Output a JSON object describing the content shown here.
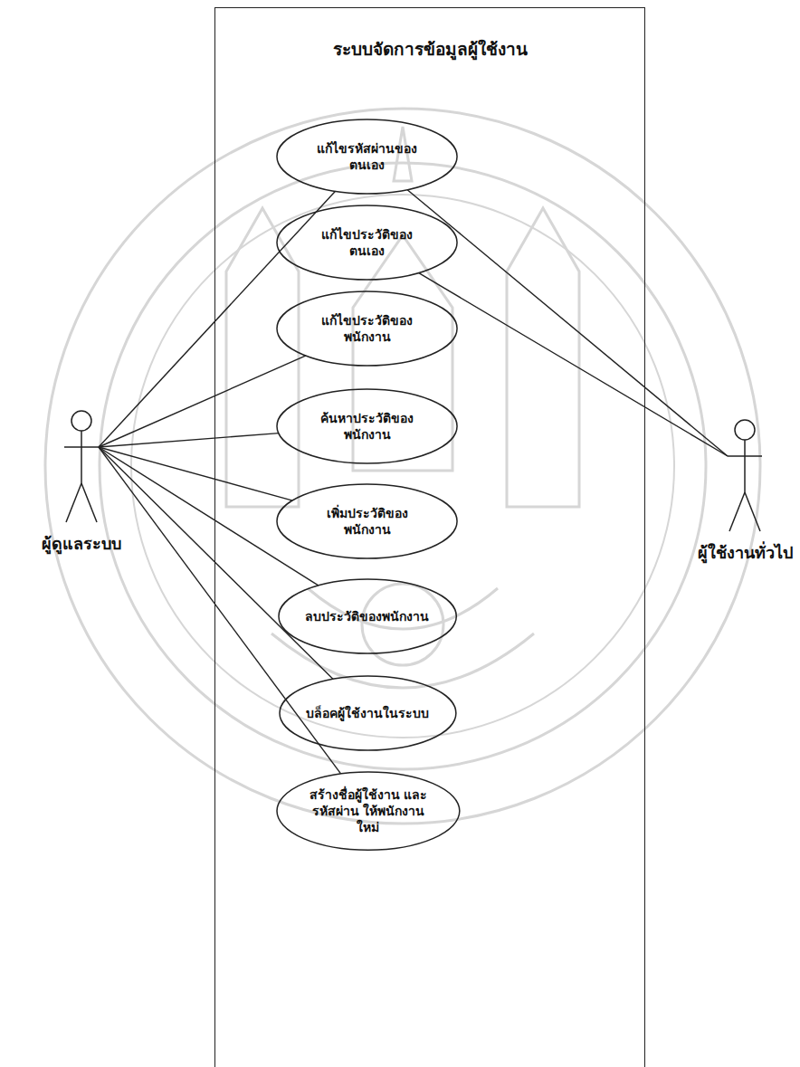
{
  "diagram": {
    "nodes": [
      {
        "text": [
          "ระบบจัดการข้อมูลผู้ใช้งาน"
        ]
      },
      {
        "text": [
          "แก้ไขรหัสผ่านของตนเอง"
        ],
        "in": 0
      },
      {
        "text": [
          "แก้ไขประวัติของตนเอง"
        ],
        "in": 0
      },
      {
        "text": [
          "แก้ไขประวัติของพนักงาน"
        ],
        "in": 0
      },
      {
        "text": [
          "ค้นหาประวัติของพนักงาน"
        ],
        "in": 0
      },
      {
        "text": [
          "เพิ่มประวัติของพนักงาน"
        ],
        "in": 0
      },
      {
        "text": [
          "ลบประวัติของพนักงาน"
        ],
        "in": 0
      },
      {
        "text": [
          "บล็อคผู้ใช้งานในระบบ"
        ],
        "in": 0
      },
      {
        "text": [
          "สร้างชื่อผู้ใช้งาน และ รหัสผ่าน ให้พนักงานใหม่"
        ],
        "in": 0
      },
      {
        "text": [
          "ผู้ดูแลระบบ"
        ]
      },
      {
        "text": [
          "ผู้ใช้งานทั่วไป"
        ]
      }
    ],
    "edges": [
      {
        "from": 9,
        "to": 1,
        "arrow": "none"
      },
      {
        "from": 9,
        "to": 3,
        "arrow": "none"
      },
      {
        "from": 9,
        "to": 4,
        "arrow": "none"
      },
      {
        "from": 9,
        "to": 5,
        "arrow": "none"
      },
      {
        "from": 9,
        "to": 6,
        "arrow": "none"
      },
      {
        "from": 9,
        "to": 7,
        "arrow": "none"
      },
      {
        "from": 9,
        "to": 8,
        "arrow": "none"
      },
      {
        "from": 10,
        "to": 1,
        "arrow": "none"
      },
      {
        "from": 10,
        "to": 2,
        "arrow": "none"
      }
    ]
  }
}
